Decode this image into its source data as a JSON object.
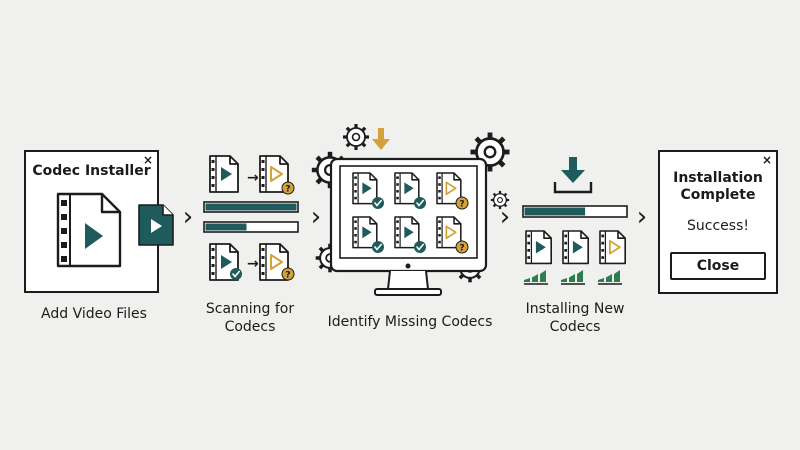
{
  "colors": {
    "teal": "#1f5a5c",
    "amber": "#d4a23a",
    "ink": "#1c1c1c",
    "green": "#2e7d4f",
    "background": "#f0f0ee"
  },
  "steps": [
    {
      "caption": "Add Video Files",
      "window_title": "Codec Installer",
      "close_glyph": "×"
    },
    {
      "caption_line1": "Scanning for",
      "caption_line2": "Codecs",
      "progress_top": 1.0,
      "progress_bottom": 0.45
    },
    {
      "caption": "Identify Missing Codecs"
    },
    {
      "caption_line1": "Installing New",
      "caption_line2": "Codecs",
      "progress": 0.6
    },
    {
      "window_title_line1": "Installation",
      "window_title_line2": "Complete",
      "message": "Success!",
      "button_label": "Close",
      "close_glyph": "×"
    }
  ],
  "arrow_glyph": "›",
  "icons": {
    "video_file": "video-file-icon",
    "check_badge": "check-badge-icon",
    "question_badge": "question-badge-icon",
    "download": "download-arrow-icon",
    "gear": "gear-icon",
    "monitor": "monitor-icon",
    "signal": "signal-bars-icon"
  }
}
